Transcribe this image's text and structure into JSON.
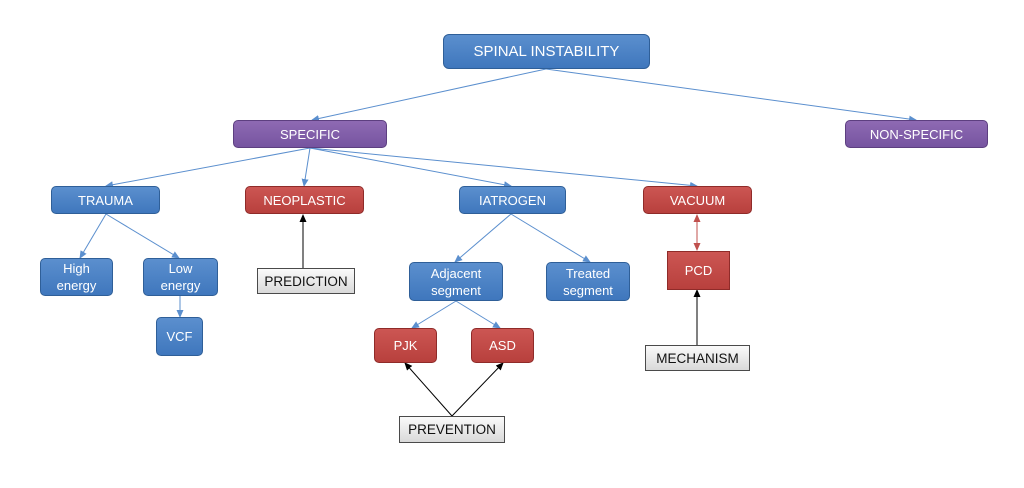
{
  "nodes": {
    "spinal_instability": "SPINAL INSTABILITY",
    "specific": "SPECIFIC",
    "non_specific": "NON-SPECIFIC",
    "trauma": "TRAUMA",
    "neoplastic": "NEOPLASTIC",
    "iatrogen": "IATROGEN",
    "vacuum": "VACUUM",
    "high_energy": "High energy",
    "low_energy": "Low energy",
    "vcf": "VCF",
    "prediction": "PREDICTION",
    "adjacent_segment": "Adjacent segment",
    "treated_segment": "Treated segment",
    "pcd": "PCD",
    "mechanism": "MECHANISM",
    "pjk": "PJK",
    "asd": "ASD",
    "prevention": "PREVENTION"
  },
  "colors": {
    "blue": "#4a80c4",
    "purple": "#8060a8",
    "red": "#c04b48",
    "gray_box": "#e6e6e6",
    "connector": "#5b8fce",
    "arrow_black": "#000000",
    "arrow_red": "#c0504d"
  }
}
